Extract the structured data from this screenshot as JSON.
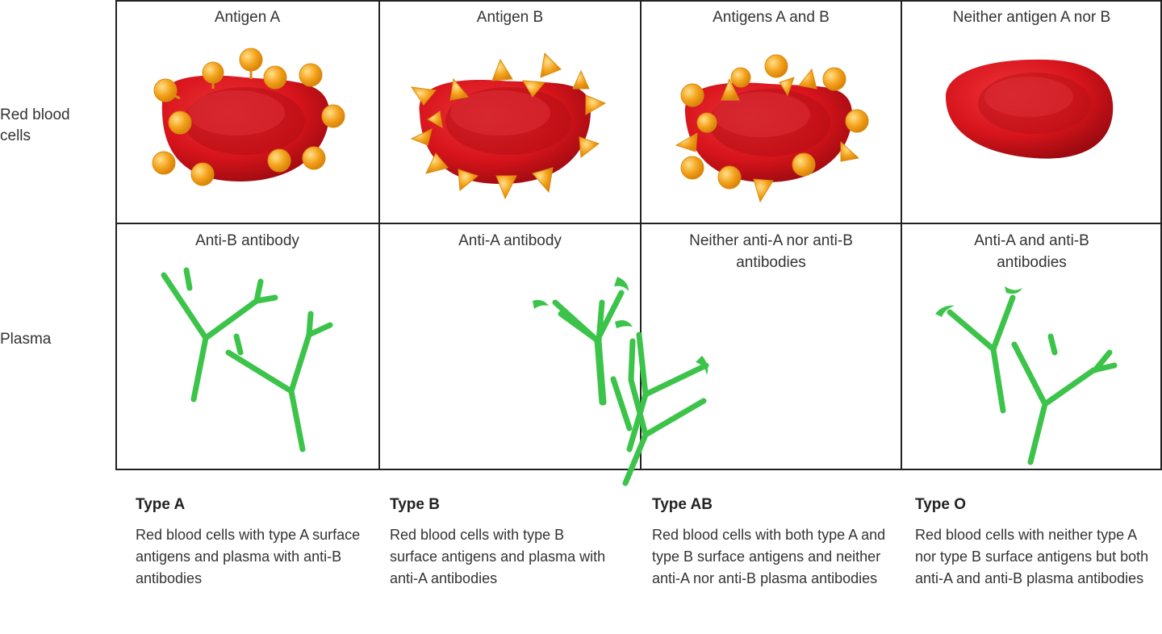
{
  "row_labels": {
    "red_blood_cells": "Red blood cells",
    "plasma": "Plasma"
  },
  "columns": [
    {
      "antigen_label": "Antigen A",
      "antibody_label": "Anti-B antibody",
      "type_title": "Type A",
      "description": "Red blood cells with type A surface antigens and plasma with anti-B antibodies"
    },
    {
      "antigen_label": "Antigen B",
      "antibody_label": "Anti-A antibody",
      "type_title": "Type B",
      "description": "Red blood cells with type B surface antigens and plasma with anti-A antibodies"
    },
    {
      "antigen_label": "Antigens A and B",
      "antibody_label": "Neither anti-A nor anti-B antibodies",
      "type_title": "Type AB",
      "description": "Red blood cells with both type A and type B surface antigens and neither anti-A nor anti-B plasma antibodies"
    },
    {
      "antigen_label": "Neither antigen A nor B",
      "antibody_label": "Anti-A and anti-B antibodies",
      "type_title": "Type O",
      "description": "Red blood cells with neither type A nor type B surface antigens but both anti-A and anti-B plasma antibodies"
    }
  ],
  "colors": {
    "cell_red": "#d7141b",
    "antigen_orange": "#f4a11a",
    "antibody_green": "#3cc34a",
    "border": "#222222"
  }
}
